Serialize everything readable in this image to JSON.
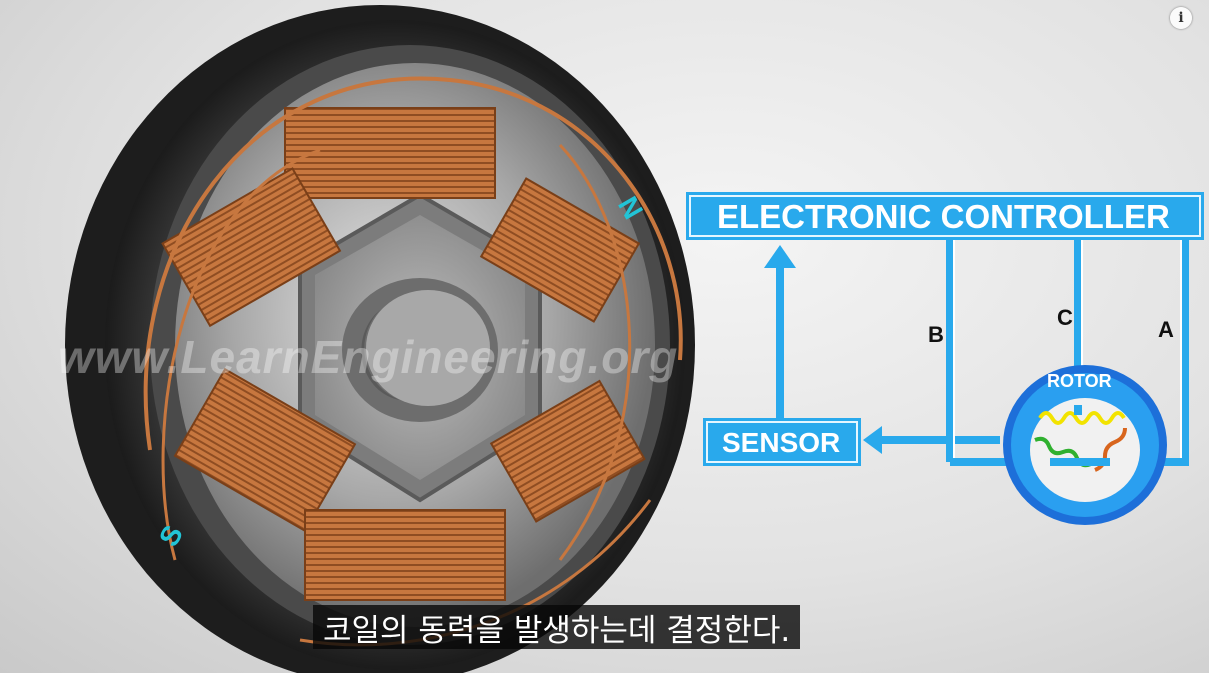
{
  "watermark": "www.LearnEngineering.org",
  "diagram": {
    "controller_label": "ELECTRONIC  CONTROLLER",
    "sensor_label": "SENSOR",
    "rotor_label": "ROTOR",
    "wire_b": "B",
    "wire_c": "C",
    "wire_a": "A",
    "accent_color": "#29a9ec"
  },
  "motor": {
    "north_pole_label": "N",
    "south_pole_label": "S",
    "coil_color": "#c8773e"
  },
  "player": {
    "info_icon": "info-icon",
    "info_glyph": "i"
  },
  "subtitle": {
    "text": "코일의 동력을 발생하는데 결정한다."
  }
}
